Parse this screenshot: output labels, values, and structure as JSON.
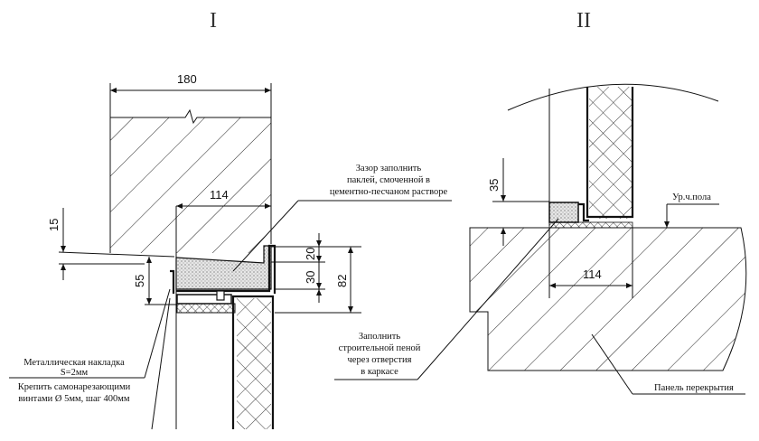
{
  "detail_1": {
    "title": "I",
    "dims": {
      "width_180": "180",
      "width_114": "114",
      "d15": "15",
      "d55": "55",
      "d20": "20",
      "d30": "30",
      "d82": "82"
    },
    "note_gap": [
      "Зазор заполнить",
      "паклей, смоченной в",
      "цементно-песчаном растворе"
    ],
    "note_plate": [
      "Металлическая накладка",
      "S=2мм"
    ],
    "note_screws": [
      "Крепить самонарезающими",
      "винтами Ø 5мм, шаг 400мм"
    ]
  },
  "detail_2": {
    "title": "II",
    "dims": {
      "d35": "35",
      "width_114": "114"
    },
    "floor_level": "Ур.ч.пола",
    "note_foam": [
      "Заполнить",
      "строительной пеной",
      "через отверстия",
      "в каркасе"
    ],
    "slab_label": "Панель перекрытия"
  }
}
